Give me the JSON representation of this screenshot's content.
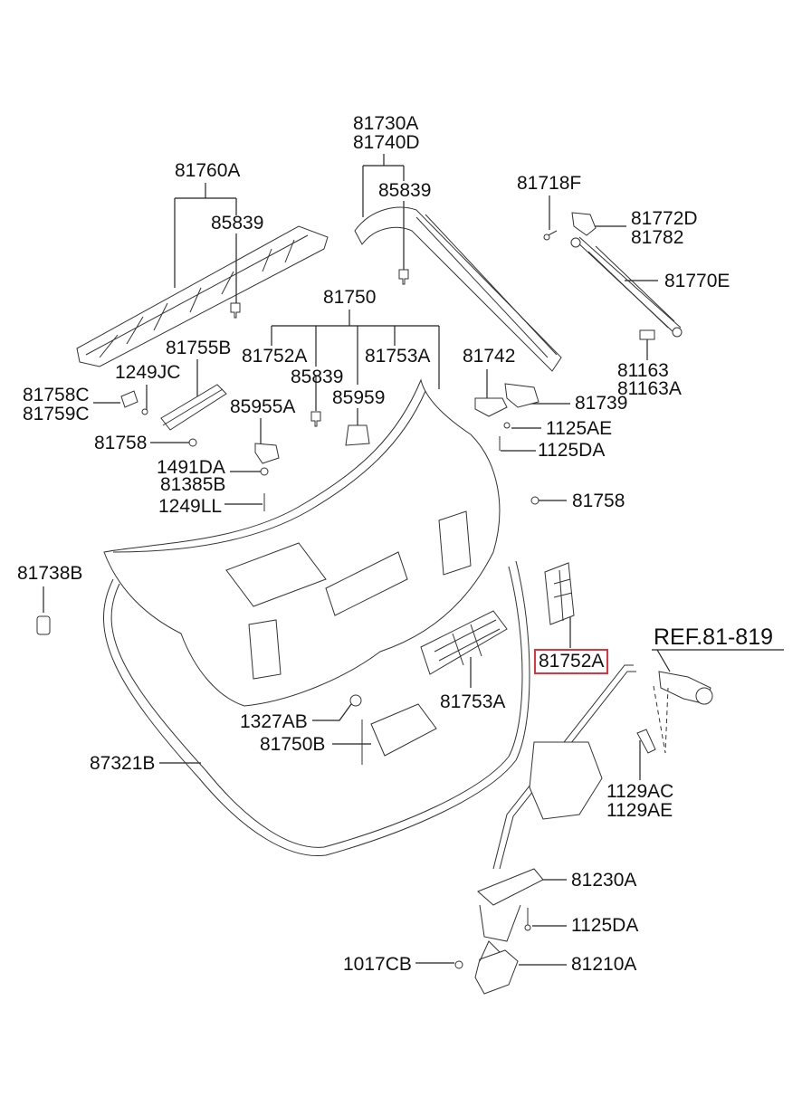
{
  "diagram": {
    "title": "Tailgate trim & latch parts diagram",
    "highlight_color": "#e0333b",
    "labels": {
      "p81730A": "81730A",
      "p81740D": "81740D",
      "p85839_top": "85839",
      "p81760A": "81760A",
      "p85839_left": "85839",
      "p81718F": "81718F",
      "p81772D": "81772D",
      "p81782": "81782",
      "p81770E": "81770E",
      "p81750": "81750",
      "p81755B": "81755B",
      "p81752A_top": "81752A",
      "p81753A_top": "81753A",
      "p81742": "81742",
      "p81163": "81163",
      "p81163A": "81163A",
      "p1249JC": "1249JC",
      "p85839_mid": "85839",
      "p85959": "85959",
      "p81739": "81739",
      "p81758C": "81758C",
      "p81759C": "81759C",
      "p85955A": "85955A",
      "p1125AE": "1125AE",
      "p81758_left": "81758",
      "p1125DA_top": "1125DA",
      "p1491DA": "1491DA",
      "p81385B": "81385B",
      "p81758_right": "81758",
      "p1249LL": "1249LL",
      "p81738B": "81738B",
      "p81752A_highlight": "81752A",
      "ref": "REF.81-819",
      "p81753A_bottom": "81753A",
      "p1327AB": "1327AB",
      "p81750B": "81750B",
      "p87321B": "87321B",
      "p1129AC": "1129AC",
      "p1129AE": "1129AE",
      "p81230A": "81230A",
      "p1125DA_bottom": "1125DA",
      "p1017CB": "1017CB",
      "p81210A": "81210A"
    }
  }
}
